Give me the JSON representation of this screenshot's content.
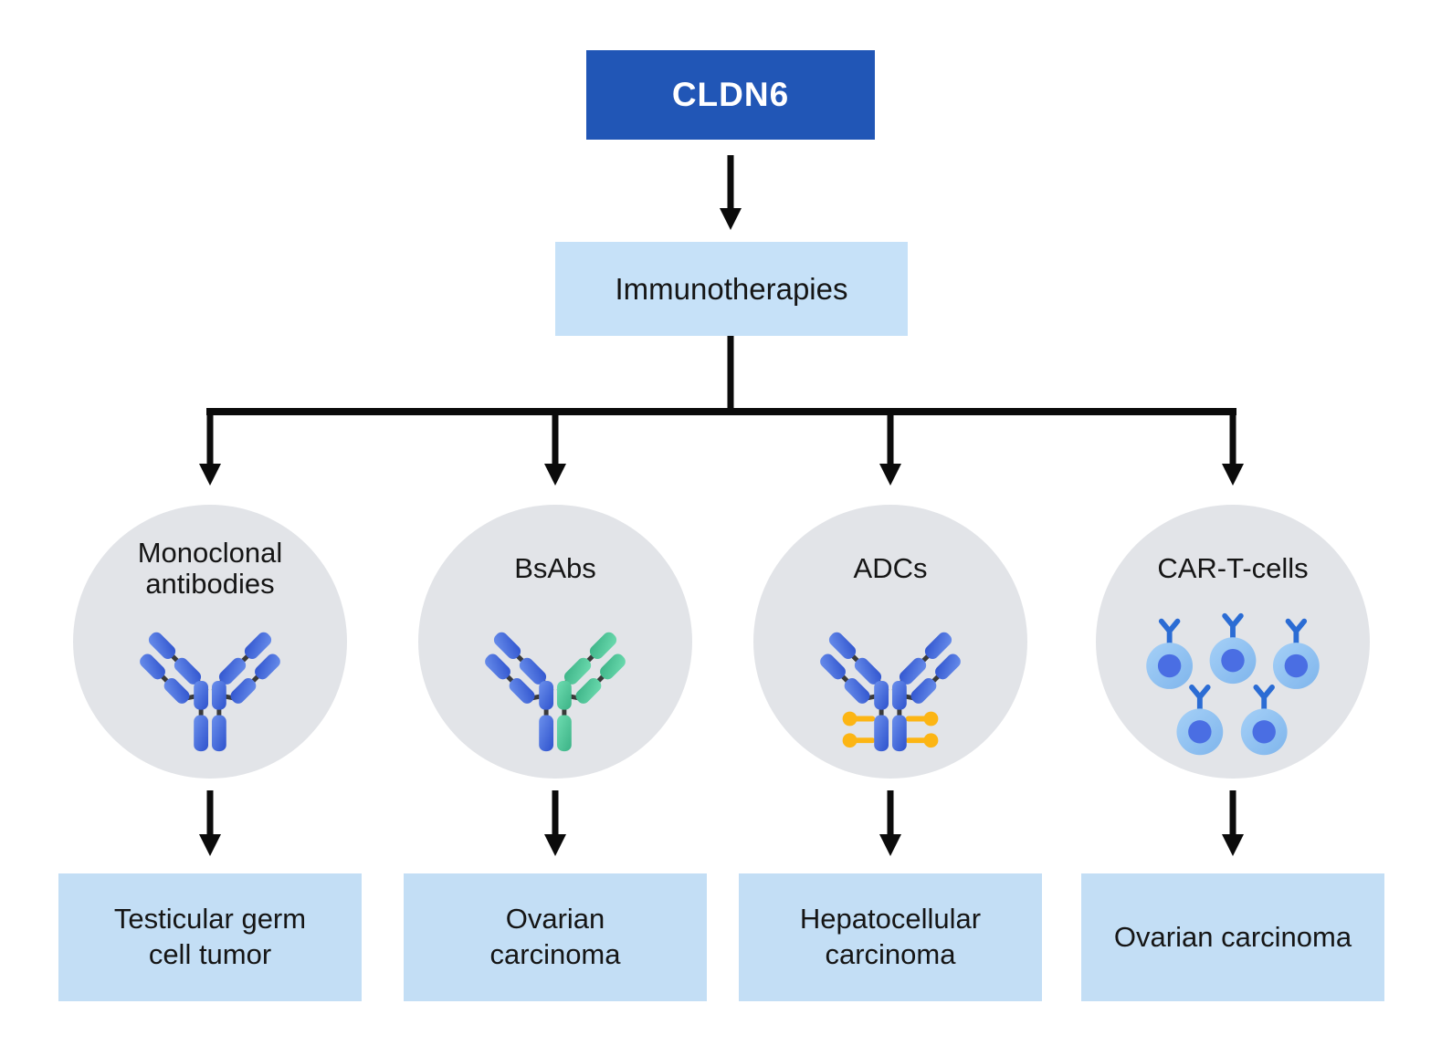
{
  "diagram": {
    "root_label": "CLDN6",
    "hub_label": "Immunotherapies",
    "branches": [
      {
        "label": "Monoclonal\nantibodies",
        "icon": "monoclonal-antibody",
        "outcome": "Testicular germ\ncell tumor"
      },
      {
        "label": "BsAbs",
        "icon": "bispecific-antibody",
        "outcome": "Ovarian\ncarcinoma"
      },
      {
        "label": "ADCs",
        "icon": "antibody-drug-conjugate",
        "outcome": "Hepatocellular\ncarcinoma"
      },
      {
        "label": "CAR-T-cells",
        "icon": "car-t-cells",
        "outcome": "Ovarian carcinoma"
      }
    ]
  },
  "colors": {
    "root_box_bg": "#2156b6",
    "root_box_text": "#ffffff",
    "hub_box_bg": "#c6e1f8",
    "outcome_box_bg": "#c3def5",
    "circle_bg": "#e2e4e8",
    "text": "#151515",
    "arrow": "#0b0b0b",
    "antibody_blue_light": "#6b90ec",
    "antibody_blue_dark": "#2e52cd",
    "antibody_green_light": "#6edcb0",
    "antibody_green_dark": "#3bb286",
    "link_dark": "#3a3a3a",
    "payload_yellow": "#fcb514",
    "cell_body_light": "#a5d0f7",
    "cell_body_dark": "#7fb5ec",
    "cell_nucleus": "#4a6ee3",
    "receptor_blue": "#2b6cd4"
  }
}
